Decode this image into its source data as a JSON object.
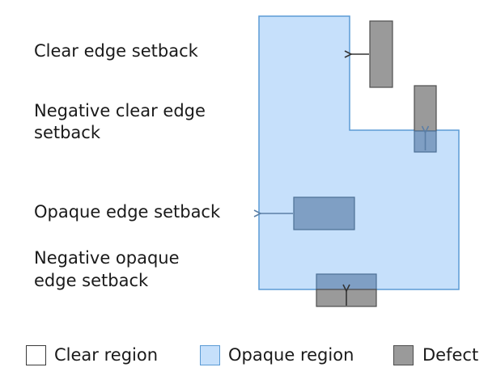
{
  "labels": {
    "clear_edge_setback": "Clear edge setback",
    "negative_clear_edge_setback_line1": "Negative clear edge",
    "negative_clear_edge_setback_line2": "setback",
    "opaque_edge_setback": "Opaque edge setback",
    "negative_opaque_edge_setback_line1": "Negative opaque",
    "negative_opaque_edge_setback_line2": "edge setback"
  },
  "legend": {
    "clear_region": "Clear region",
    "opaque_region": "Opaque region",
    "defect": "Defect"
  },
  "colors": {
    "opaque_fill": "#c6e0fb",
    "opaque_stroke": "#5b9bd5",
    "defect_fill": "#9a9a9a",
    "defect_overlap_fill": "#7f9fc4",
    "defect_stroke": "#4d4d4d",
    "setback_arrow": "#4a4a4a",
    "opaque_arrow": "#5b7fa6",
    "clear_fill": "#ffffff"
  }
}
